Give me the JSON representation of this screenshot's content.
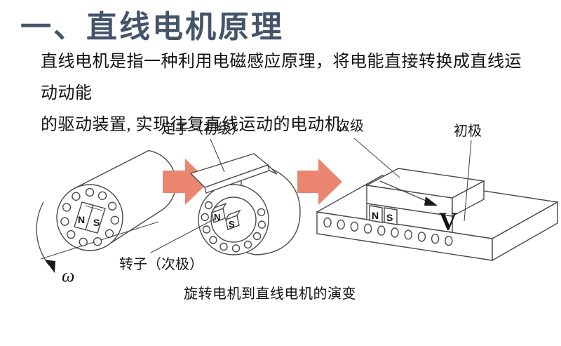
{
  "slide": {
    "title": "一、直线电机原理",
    "body_line1": "直线电机是指一种利用电磁感应原理，将电能直接转换成直线运动动能",
    "body_line2": "的驱动装置, 实现往复直线运动的电动机。",
    "caption": "旋转电机到直线电机的演变"
  },
  "diagram": {
    "labels": {
      "stator_primary": "定子（初级）",
      "rotor_secondary": "转子（次极）",
      "secondary": "次级",
      "primary": "初极"
    },
    "symbols": {
      "omega": "ω",
      "velocity": "V",
      "north": "N",
      "south": "S"
    },
    "colors": {
      "title": "#44546A",
      "body_text": "#111111",
      "arrow_fill": "#EA8570",
      "line_stroke": "#4a4a4a"
    }
  }
}
